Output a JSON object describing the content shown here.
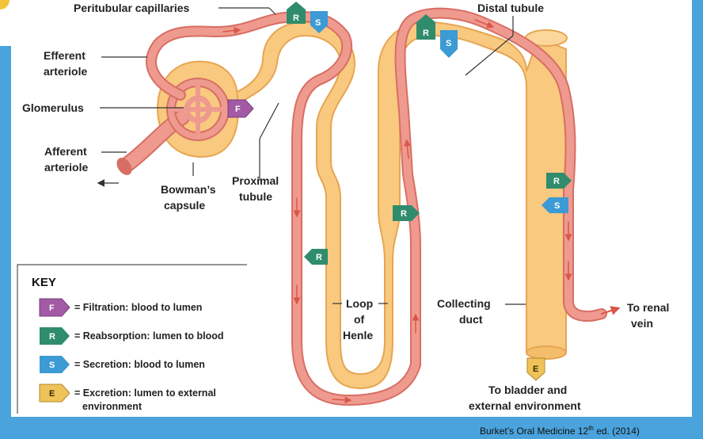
{
  "labels": {
    "peritubular_capillaries": "Peritubular capillaries",
    "distal_tubule": "Distal tubule",
    "efferent_1": "Efferent",
    "efferent_2": "arteriole",
    "glomerulus": "Glomerulus",
    "afferent_1": "Afferent",
    "afferent_2": "arteriole",
    "bowmans_1": "Bowman’s",
    "bowmans_2": "capsule",
    "proximal_1": "Proximal",
    "proximal_2": "tubule",
    "loop_1": "Loop",
    "loop_2": "of",
    "loop_3": "Henle",
    "collecting_1": "Collecting",
    "collecting_2": "duct",
    "renal_1": "To renal",
    "renal_2": "vein",
    "bladder_1": "To bladder and",
    "bladder_2": "external environment"
  },
  "badges": {
    "F": "F",
    "R": "R",
    "S": "S",
    "E": "E"
  },
  "key": {
    "title": "KEY",
    "items": [
      {
        "letter": "F",
        "text": "= Filtration: blood to lumen",
        "color": "#a25aa5"
      },
      {
        "letter": "R",
        "text": "= Reabsorption: lumen to blood",
        "color": "#2f8c6c"
      },
      {
        "letter": "S",
        "text": "= Secretion: blood to lumen",
        "color": "#3c9ad4"
      },
      {
        "letter": "E",
        "text_1": "= Excretion: lumen to external",
        "text_2": "environment",
        "color": "#efc25a"
      }
    ]
  },
  "credit": {
    "prefix": "Burket’s Oral Medicine 12",
    "sup": "th",
    "suffix": " ed. (2014)"
  },
  "colors": {
    "tubule": "#f8c97f",
    "tubule_edge": "#e7a552",
    "vessel": "#ef9a8f",
    "vessel_edge": "#d86e63",
    "background": "#4aa3dc"
  }
}
